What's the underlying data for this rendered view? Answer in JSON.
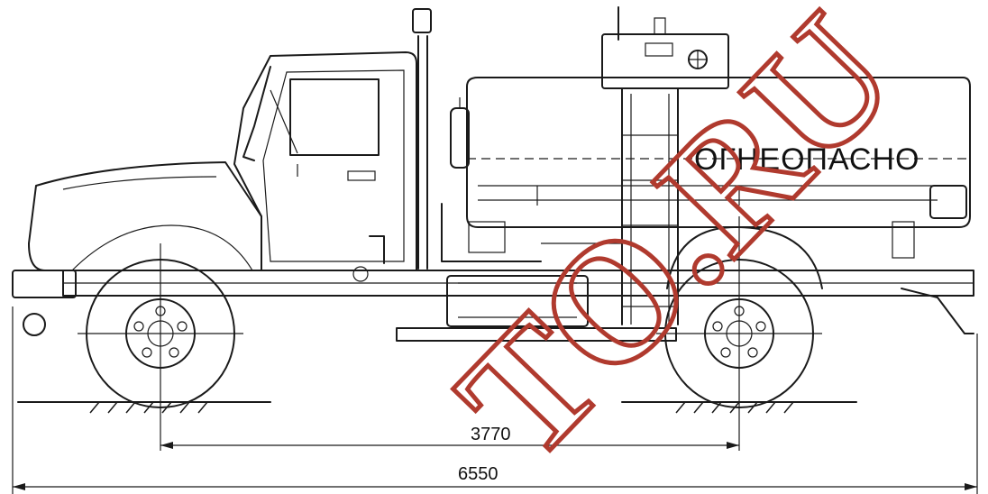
{
  "tank": {
    "label": "ОГНЕОПАСНО"
  },
  "dimensions": {
    "wheelbase": "3770",
    "overall_length": "6550"
  },
  "watermark": {
    "text": "TO.RU",
    "color": "#b03a2e"
  },
  "colors": {
    "line": "#1a1a1a",
    "background": "#ffffff"
  }
}
